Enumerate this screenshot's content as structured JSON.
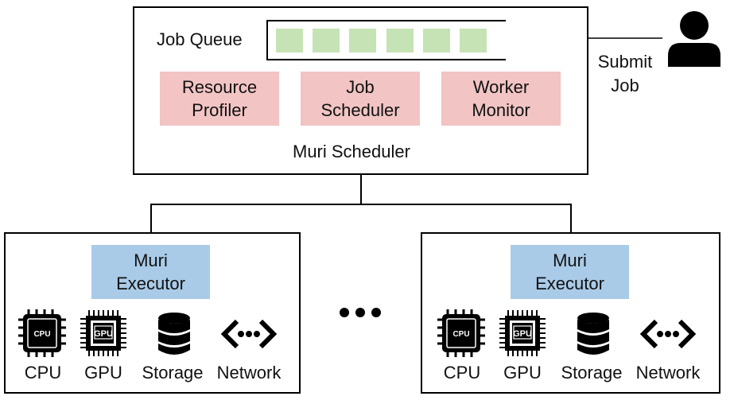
{
  "scheduler": {
    "job_queue_label": "Job Queue",
    "queue_slots": 6,
    "modules": [
      "Resource\nProfiler",
      "Job\nScheduler",
      "Worker\nMonitor"
    ],
    "title": "Muri Scheduler"
  },
  "user": {
    "label": "Submit\nJob",
    "icon": "user-icon"
  },
  "executors": [
    {
      "title": "Muri\nExecutor",
      "resources": [
        "CPU",
        "GPU",
        "Storage",
        "Network"
      ]
    },
    {
      "title": "Muri\nExecutor",
      "resources": [
        "CPU",
        "GPU",
        "Storage",
        "Network"
      ]
    }
  ],
  "colors": {
    "module_fill": "#f2c4c4",
    "executor_fill": "#a9cbe8",
    "queue_cell": "#c6e3b5"
  }
}
